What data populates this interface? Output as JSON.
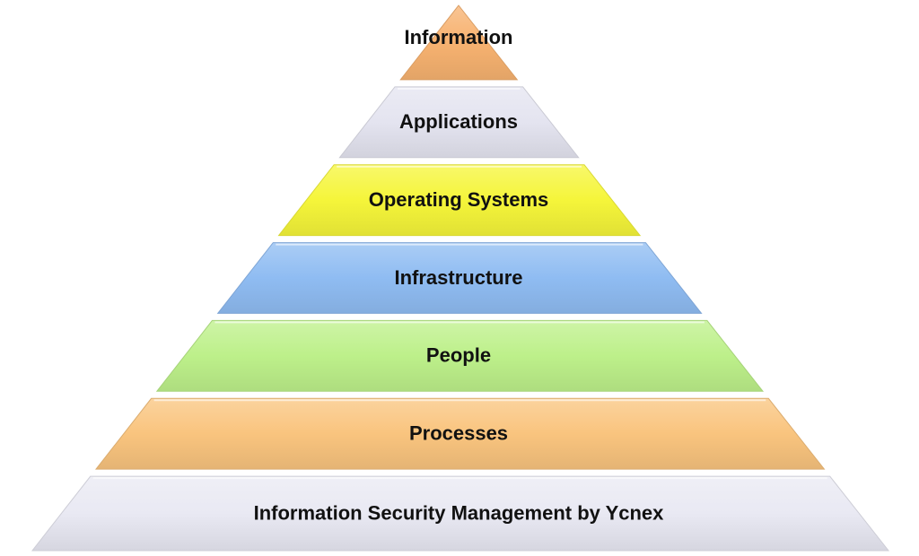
{
  "diagram": {
    "type": "pyramid",
    "layers": [
      {
        "label": "Information",
        "color": "#f7b270"
      },
      {
        "label": "Applications",
        "color": "#e4e4f0"
      },
      {
        "label": "Operating Systems",
        "color": "#f5f53a"
      },
      {
        "label": "Infrastructure",
        "color": "#8fbcf2"
      },
      {
        "label": "People",
        "color": "#bdf08a"
      },
      {
        "label": "Processes",
        "color": "#f9c47e"
      },
      {
        "label": "Information Security Management by Ycnex",
        "color": "#e9e9f3"
      }
    ]
  }
}
